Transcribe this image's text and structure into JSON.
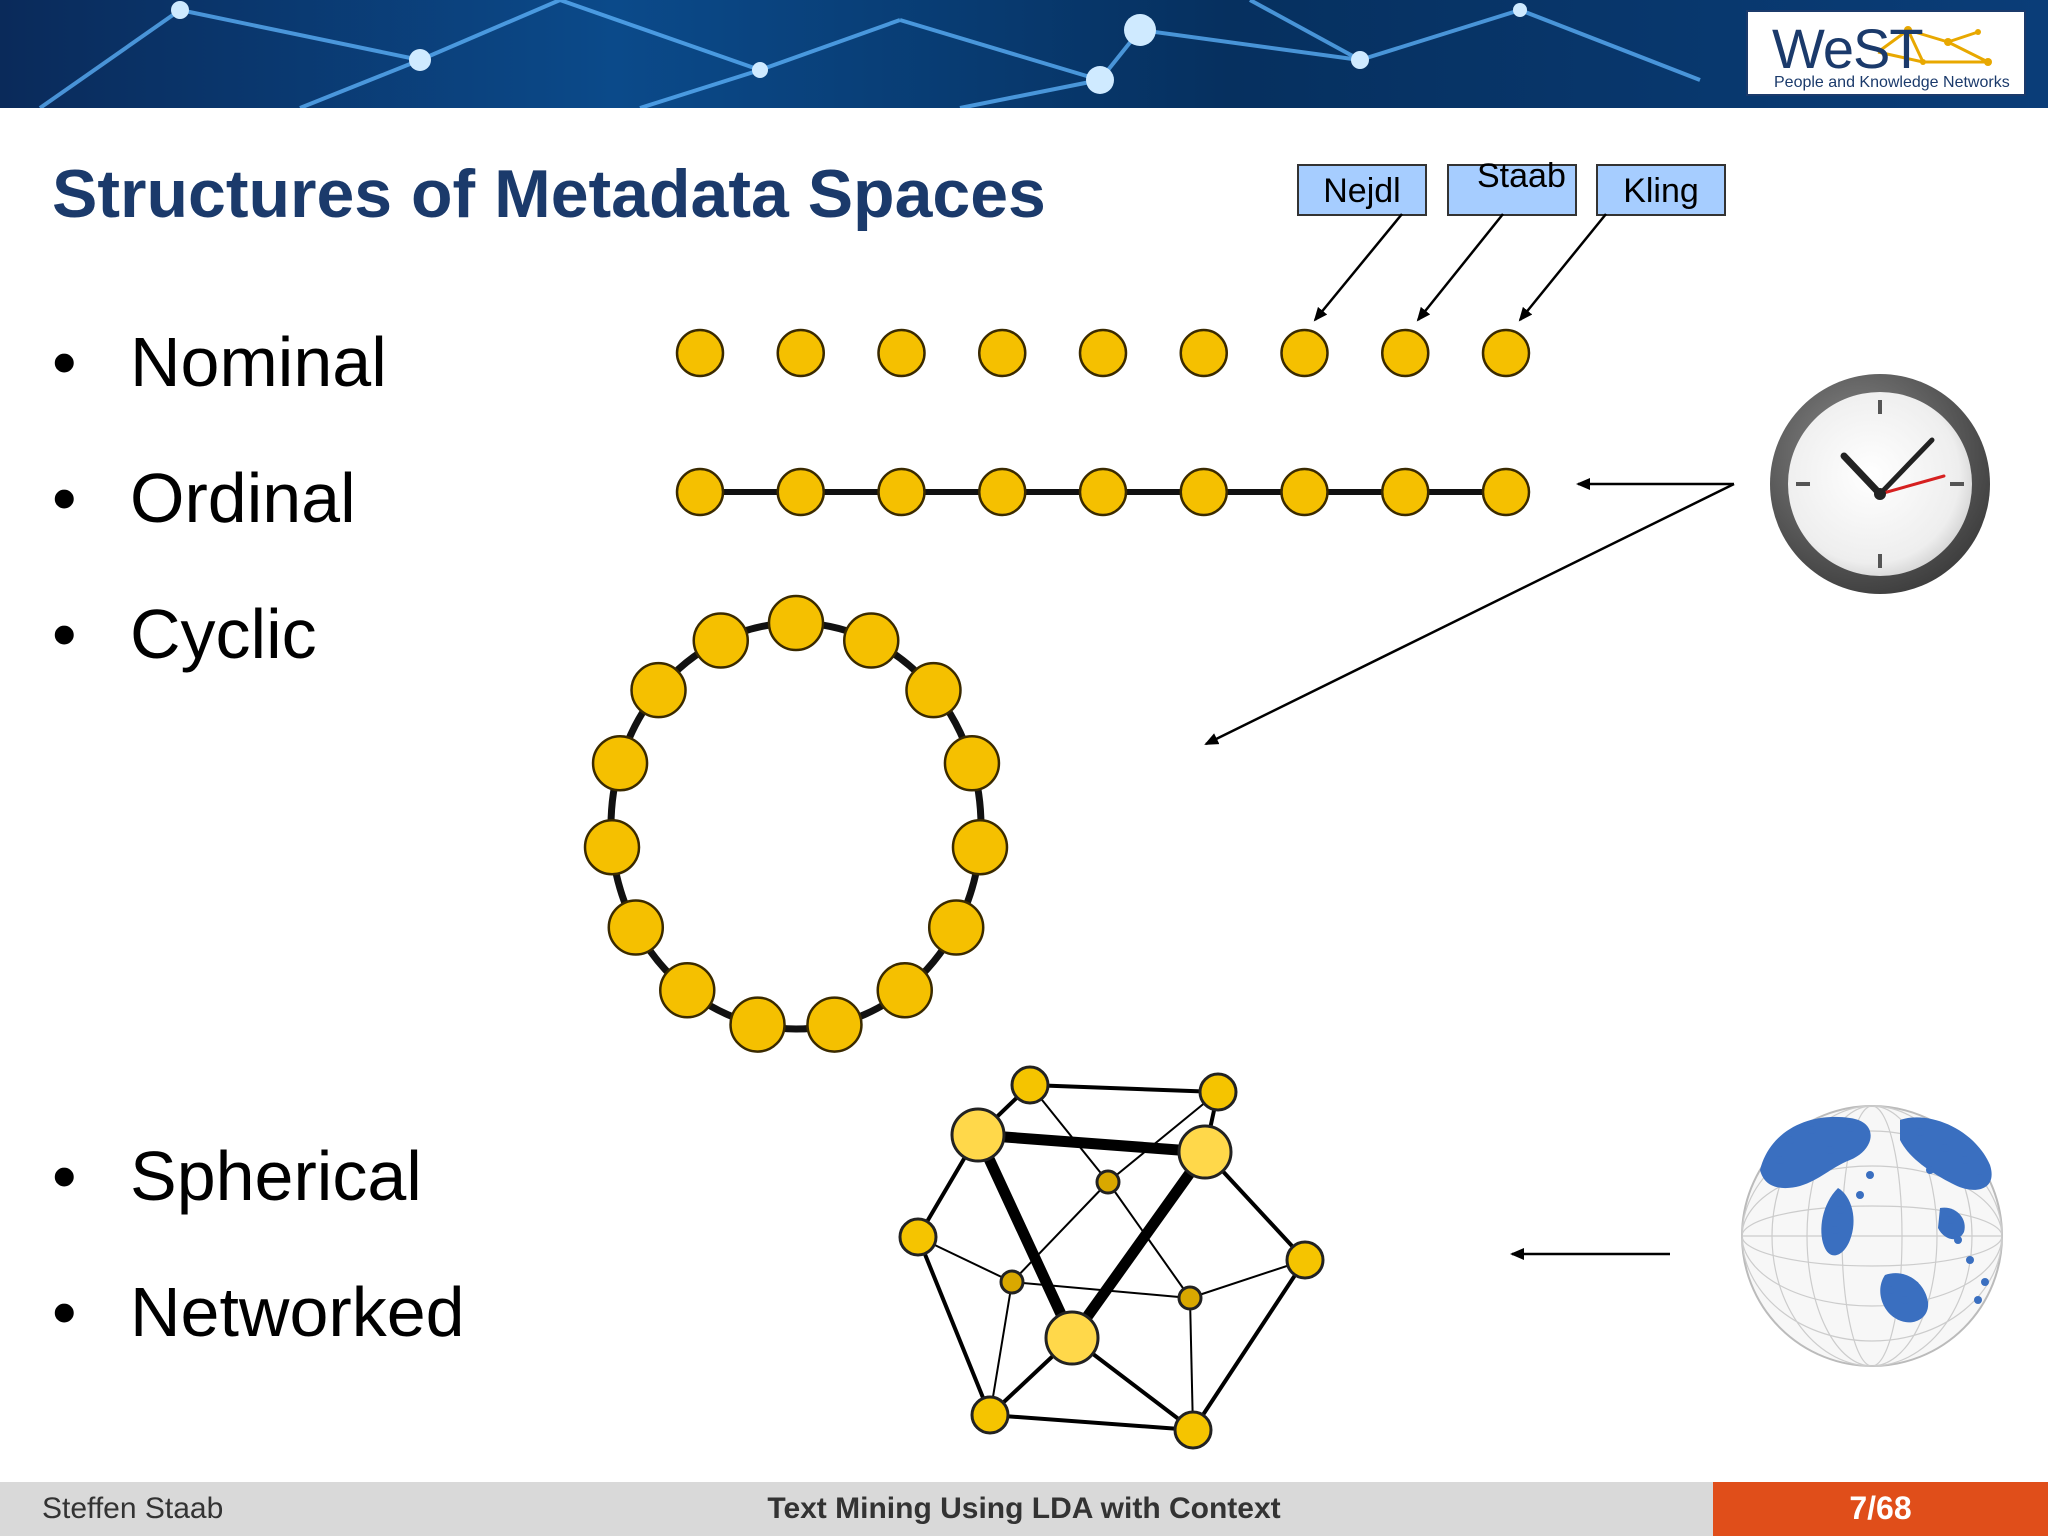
{
  "header": {
    "logo_word": "WeST",
    "logo_subtitle": "People and Knowledge Networks"
  },
  "slide": {
    "title": "Structures of Metadata Spaces",
    "bullets": [
      "Nominal",
      "Ordinal",
      "Cyclic",
      "Spherical",
      "Networked"
    ],
    "name_boxes": [
      "Nejdl",
      "Staab",
      "Kling"
    ]
  },
  "footer": {
    "author": "Steffen Staab",
    "title": "Text Mining Using LDA with Context",
    "page": "7/68"
  },
  "colors": {
    "title_blue": "#1b3a6b",
    "node_yellow": "#f5c000",
    "name_box_blue": "#a6cdff",
    "footer_gray": "#d9d9d9",
    "footer_orange": "#e04e1a"
  },
  "icons": [
    "clock-icon",
    "globe-icon",
    "network-graph-icon",
    "west-logo-icon"
  ]
}
